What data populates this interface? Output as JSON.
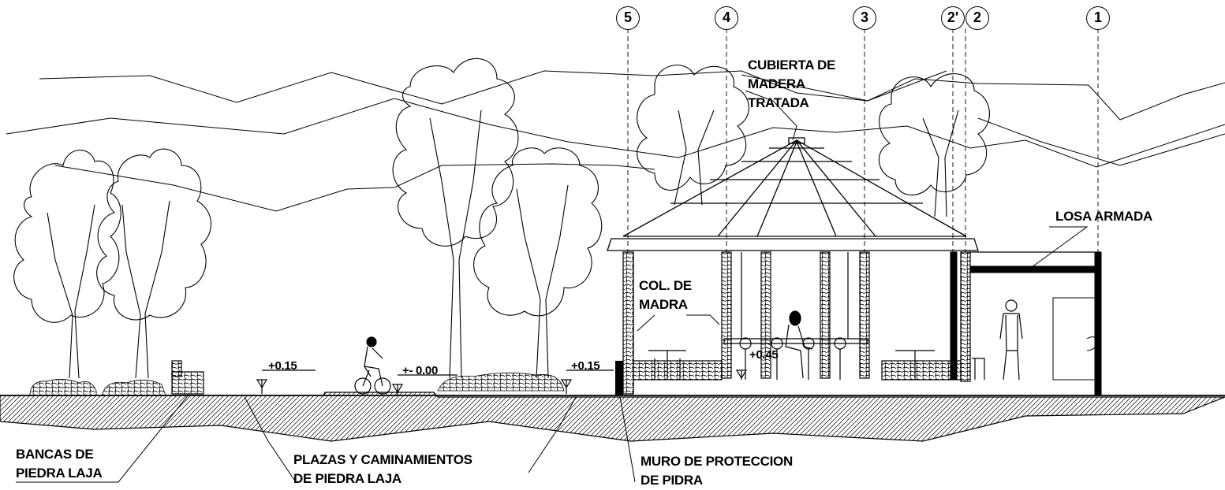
{
  "axes": [
    "5",
    "4",
    "3",
    "2'",
    "2",
    "1"
  ],
  "labels": {
    "cubierta": [
      "CUBIERTA DE",
      "MADERA",
      "TRATADA"
    ],
    "losa": "LOSA ARMADA",
    "columna": [
      "COL. DE",
      "MADRA"
    ],
    "bancas": [
      "BANCAS DE",
      "PIEDRA LAJA"
    ],
    "plazas": [
      "PLAZAS Y CAMINAMIENTOS",
      "DE PIEDRA LAJA"
    ],
    "muro": [
      "MURO DE PROTECCION",
      "DE PIDRA"
    ]
  },
  "levels": {
    "l1": "+0.15",
    "l2": "+- 0.00",
    "l3": "+0.15",
    "l4": "+0.45"
  }
}
